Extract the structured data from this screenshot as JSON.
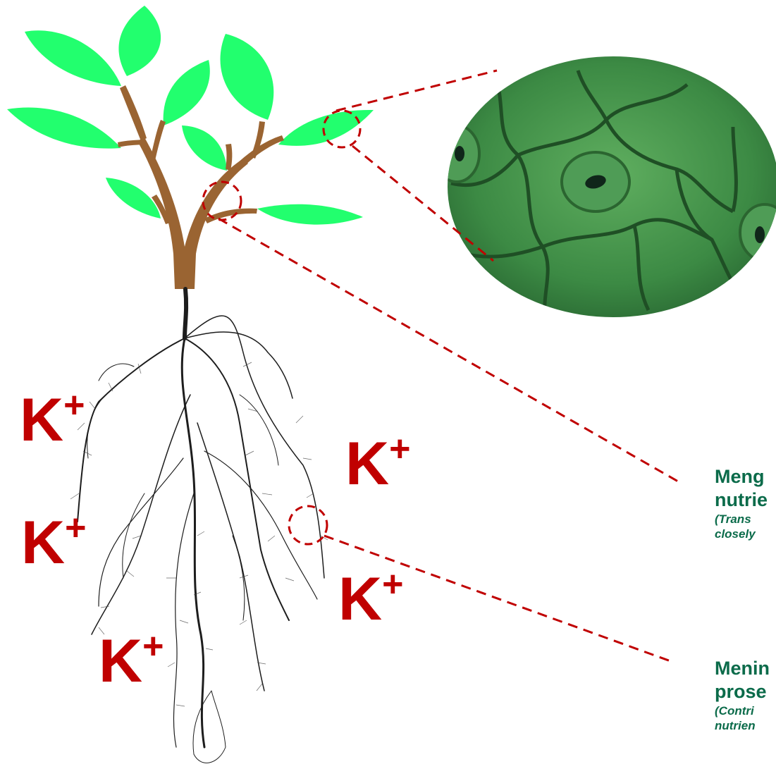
{
  "ions": [
    {
      "symbol": "K",
      "charge": "+"
    },
    {
      "symbol": "K",
      "charge": "+"
    },
    {
      "symbol": "K",
      "charge": "+"
    },
    {
      "symbol": "K",
      "charge": "+"
    },
    {
      "symbol": "K",
      "charge": "+"
    }
  ],
  "captions": [
    {
      "line1": "Meng",
      "line2": "nutrie",
      "sub1": "(Trans",
      "sub2": "closely"
    },
    {
      "line1": "Menin",
      "line2": "prose",
      "sub1": "(Contri",
      "sub2": "nutrien"
    }
  ],
  "colors": {
    "leaf": "#22ff6e",
    "stem": "#9a6432",
    "ion": "#c00000",
    "caption": "#0b6b4a",
    "callout": "#c00000",
    "micrograph": "#3f8f46"
  },
  "images": {
    "leaf_micrograph": "leaf-surface-stomata-micrograph",
    "roots": "root-system-illustration"
  }
}
